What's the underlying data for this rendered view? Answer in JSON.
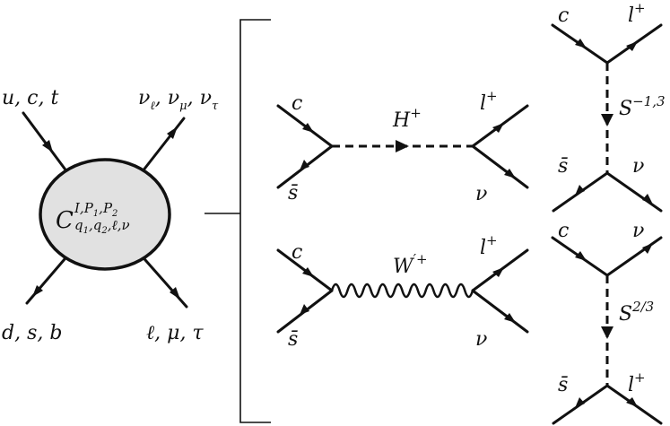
{
  "effective": {
    "quark_top": "u, c, t",
    "quark_bottom": "d, s, b",
    "neutrino_top": [
      "ν",
      "ℓ",
      ", ν",
      "μ",
      ", ν",
      "τ"
    ],
    "lepton_bottom": "ℓ, μ, τ",
    "coefficient": {
      "base": "C",
      "sup": "I,P",
      "sup1": "1",
      "sup_sep": ",P",
      "sup2": "2",
      "sub": "q",
      "sub1": "1",
      "sub_sep": ",q",
      "sub2": "2",
      "sub_rest": ",ℓ,ν"
    }
  },
  "higgs": {
    "c": "c",
    "sbar": "s̄",
    "lep": "l",
    "lep_sup": "+",
    "nu": "ν",
    "boson": "H",
    "boson_sup": "+"
  },
  "wprime": {
    "c": "c",
    "sbar": "s̄",
    "lep": "l",
    "lep_sup": "+",
    "nu": "ν",
    "boson": "W",
    "boson_sup": "′+"
  },
  "lepto1": {
    "c": "c",
    "lep": "l",
    "lep_sup": "+",
    "sbar": "s̄",
    "nu": "ν",
    "boson": "S",
    "boson_sup": "−1,3"
  },
  "lepto2": {
    "c": "c",
    "nu": "ν",
    "sbar": "s̄",
    "lep": "l",
    "lep_sup": "+",
    "boson": "S",
    "boson_sup": "2/3"
  }
}
